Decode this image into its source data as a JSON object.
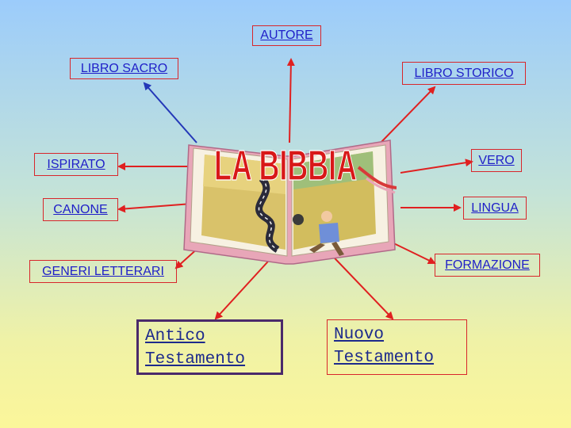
{
  "title": "LA BIBBIA",
  "nodes": {
    "autore": "AUTORE",
    "libro_sacro": "LIBRO SACRO",
    "libro_storico": "LIBRO STORICO",
    "ispirato": "ISPIRATO",
    "vero": "VERO",
    "canone": "CANONE",
    "lingua": "LINGUA",
    "generi_letterari": "GENERI LETTERARI",
    "formazione": "FORMAZIONE"
  },
  "testaments": {
    "antico_line1": "Antico",
    "antico_line2": "Testamento",
    "nuovo_line1": "Nuovo",
    "nuovo_line2": "Testamento"
  },
  "colors": {
    "arrow_red": "#e02020",
    "arrow_blue": "#2438b8",
    "link_text": "#1f1fc8",
    "title_red": "#d81818"
  }
}
